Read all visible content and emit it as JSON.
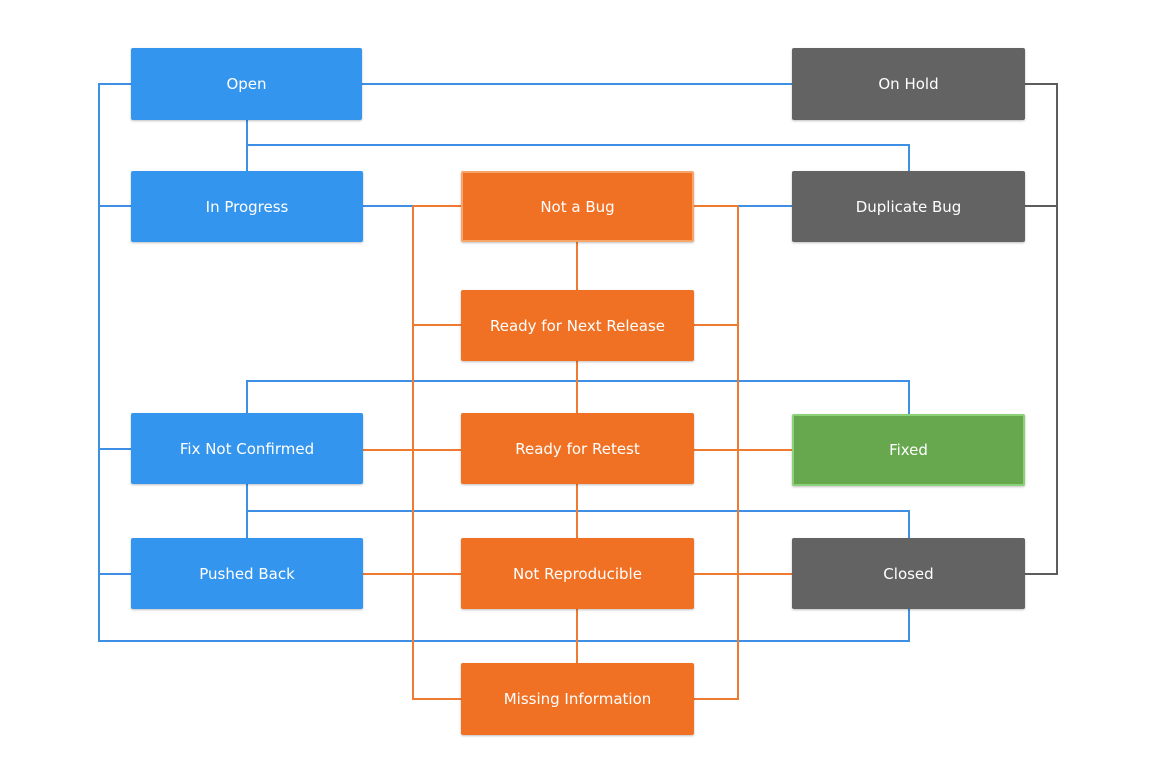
{
  "diagram": {
    "colors": {
      "blue": "#3495ee",
      "orange": "#f07124",
      "grey": "#636363",
      "green": "#67a84f",
      "blue_connector": "#3f8fe5",
      "orange_connector": "#ef7a32",
      "grey_connector": "#5c5c5c"
    },
    "nodes": {
      "open": "Open",
      "on_hold": "On Hold",
      "in_progress": "In Progress",
      "not_a_bug": "Not a Bug",
      "duplicate_bug": "Duplicate Bug",
      "ready_next_release": "Ready for Next Release",
      "fix_not_confirmed": "Fix Not Confirmed",
      "ready_for_retest": "Ready for Retest",
      "fixed": "Fixed",
      "pushed_back": "Pushed Back",
      "not_reproducible": "Not Reproducible",
      "closed": "Closed",
      "missing_information": "Missing Information"
    }
  }
}
